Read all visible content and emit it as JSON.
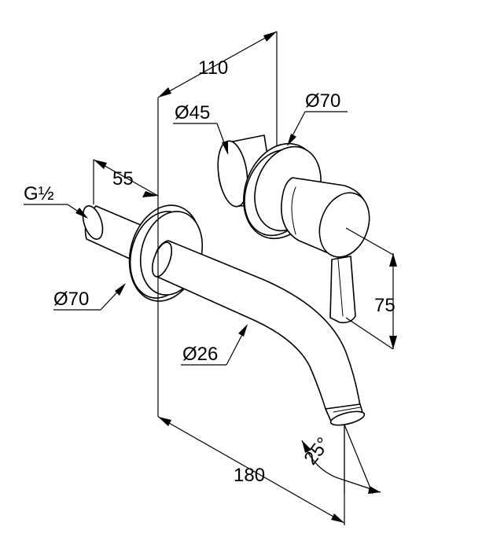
{
  "dimensions": {
    "overall_length": "180",
    "body_reach": "110",
    "spout_to_wall": "55",
    "height": "75",
    "spout_angle": "25°"
  },
  "diameters": {
    "handle_body": "Ø45",
    "handle_rosette": "Ø70",
    "spout_rosette": "Ø70",
    "spout": "Ø26"
  },
  "thread": "G½"
}
